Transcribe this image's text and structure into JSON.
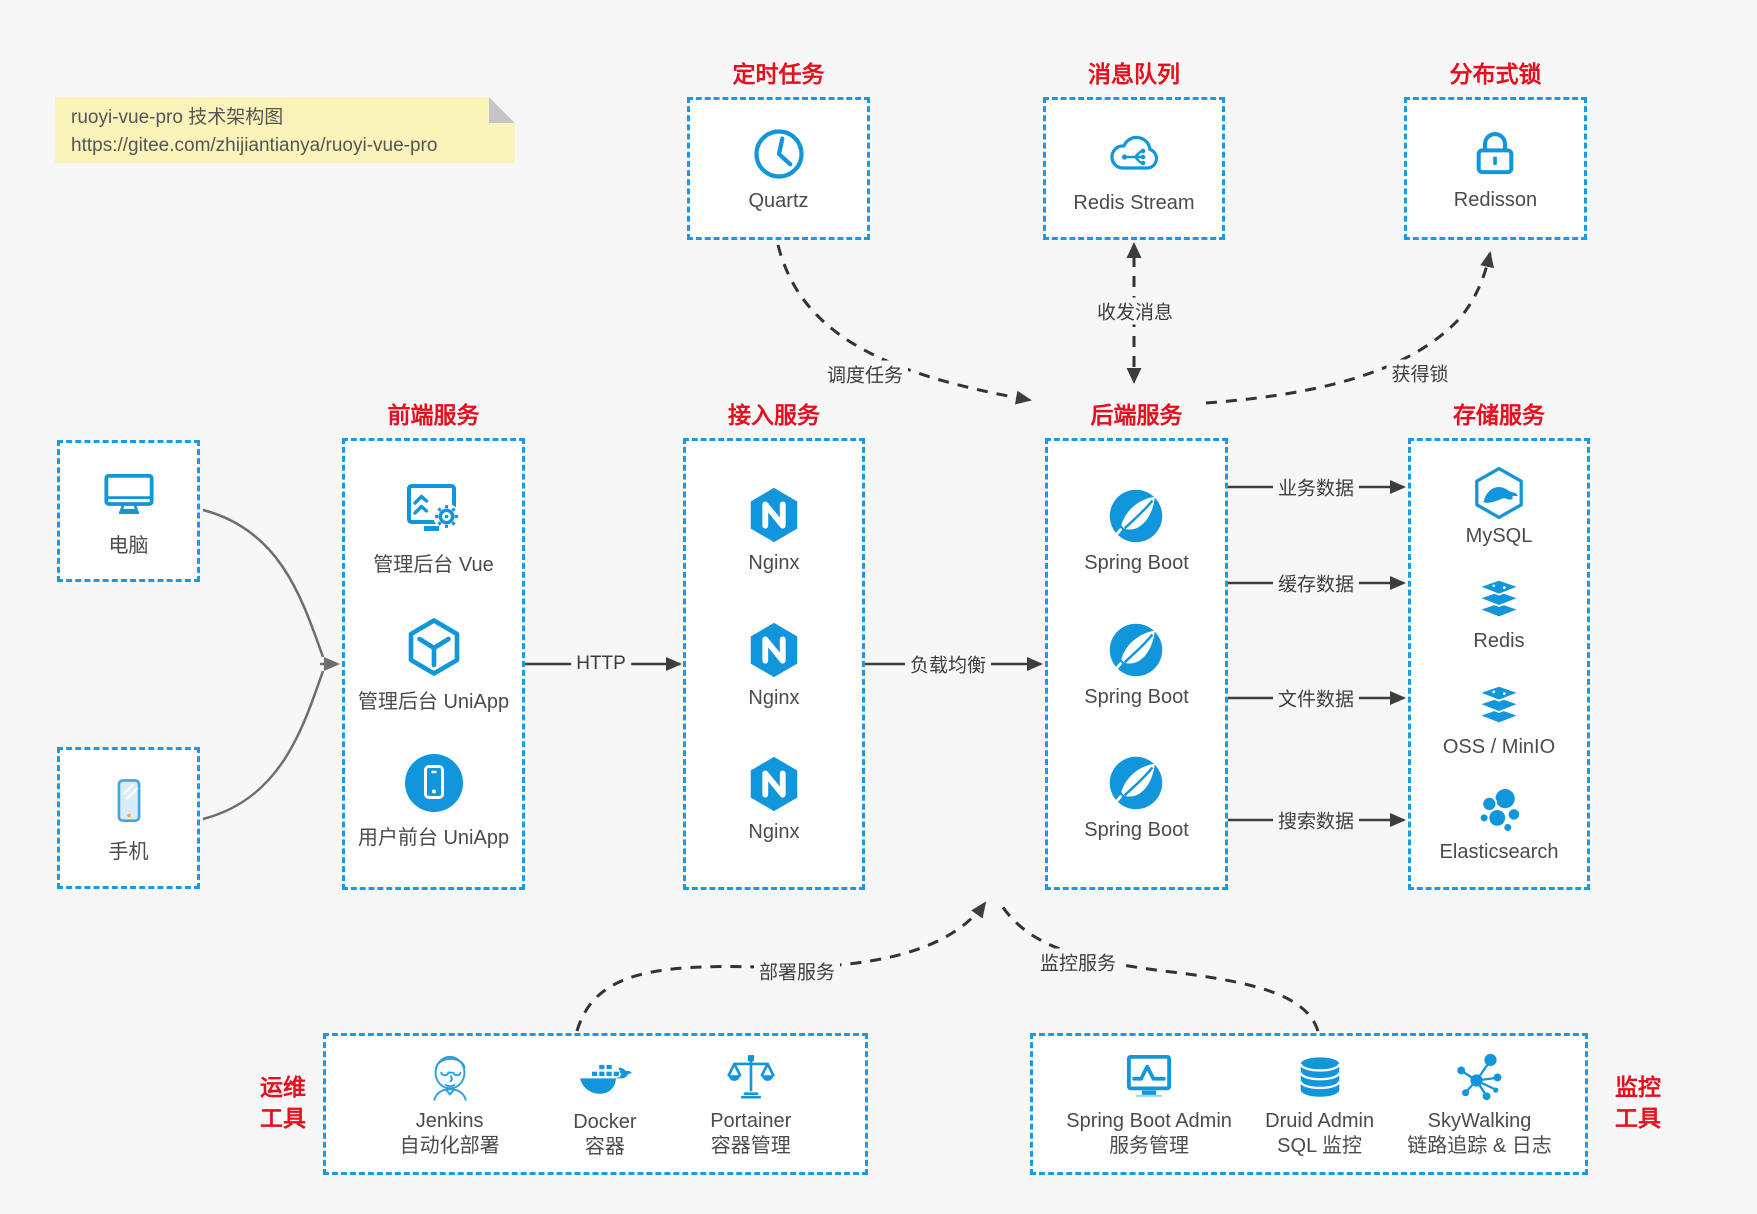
{
  "note": {
    "title": "ruoyi-vue-pro 技术架构图",
    "url": "https://gitee.com/zhijiantianya/ruoyi-vue-pro"
  },
  "top_groups": [
    {
      "title": "定时任务",
      "item": {
        "label": "Quartz",
        "icon": "clock-icon"
      }
    },
    {
      "title": "消息队列",
      "item": {
        "label": "Redis Stream",
        "icon": "cloud-stream-icon"
      }
    },
    {
      "title": "分布式锁",
      "item": {
        "label": "Redisson",
        "icon": "lock-icon"
      }
    }
  ],
  "clients": [
    {
      "label": "电脑",
      "icon": "desktop-icon"
    },
    {
      "label": "手机",
      "icon": "mobile-icon"
    }
  ],
  "main_groups": [
    {
      "title": "前端服务",
      "items": [
        {
          "label": "管理后台 Vue",
          "icon": "admin-vue-icon"
        },
        {
          "label": "管理后台 UniApp",
          "icon": "uniapp-cube-icon"
        },
        {
          "label": "用户前台 UniApp",
          "icon": "user-app-icon"
        }
      ]
    },
    {
      "title": "接入服务",
      "items": [
        {
          "label": "Nginx",
          "icon": "nginx-icon"
        },
        {
          "label": "Nginx",
          "icon": "nginx-icon"
        },
        {
          "label": "Nginx",
          "icon": "nginx-icon"
        }
      ]
    },
    {
      "title": "后端服务",
      "items": [
        {
          "label": "Spring Boot",
          "icon": "spring-boot-icon"
        },
        {
          "label": "Spring Boot",
          "icon": "spring-boot-icon"
        },
        {
          "label": "Spring Boot",
          "icon": "spring-boot-icon"
        }
      ]
    },
    {
      "title": "存储服务",
      "items": [
        {
          "label": "MySQL",
          "icon": "mysql-icon"
        },
        {
          "label": "Redis",
          "icon": "layers-stack-icon"
        },
        {
          "label": "OSS / MinIO",
          "icon": "layers-stack-icon"
        },
        {
          "label": "Elasticsearch",
          "icon": "elasticsearch-icon"
        }
      ]
    }
  ],
  "bottom_groups": [
    {
      "side_label_1": "运维",
      "side_label_2": "工具",
      "items": [
        {
          "label": "Jenkins",
          "sublabel": "自动化部署",
          "icon": "jenkins-icon"
        },
        {
          "label": "Docker",
          "sublabel": "容器",
          "icon": "docker-icon"
        },
        {
          "label": "Portainer",
          "sublabel": "容器管理",
          "icon": "portainer-icon"
        }
      ]
    },
    {
      "side_label_1": "监控",
      "side_label_2": "工具",
      "items": [
        {
          "label": "Spring Boot Admin",
          "sublabel": "服务管理",
          "icon": "spring-boot-admin-icon"
        },
        {
          "label": "Druid Admin",
          "sublabel": "SQL 监控",
          "icon": "druid-icon"
        },
        {
          "label": "SkyWalking",
          "sublabel": "链路追踪 & 日志",
          "icon": "skywalking-icon"
        }
      ]
    }
  ],
  "edge_labels": {
    "http": "HTTP",
    "load_balance": "负载均衡",
    "business_data": "业务数据",
    "cache_data": "缓存数据",
    "file_data": "文件数据",
    "search_data": "搜索数据",
    "schedule_task": "调度任务",
    "send_receive_msg": "收发消息",
    "acquire_lock": "获得锁",
    "deploy_service": "部署服务",
    "monitor_service": "监控服务"
  },
  "colors": {
    "accent_blue": "#1a9ae6",
    "icon_blue": "#1296db",
    "title_red": "#e60f1e",
    "note_yellow": "#faf4ba",
    "arrow_dark": "#3d3d3d",
    "background": "#f7f7f8"
  }
}
